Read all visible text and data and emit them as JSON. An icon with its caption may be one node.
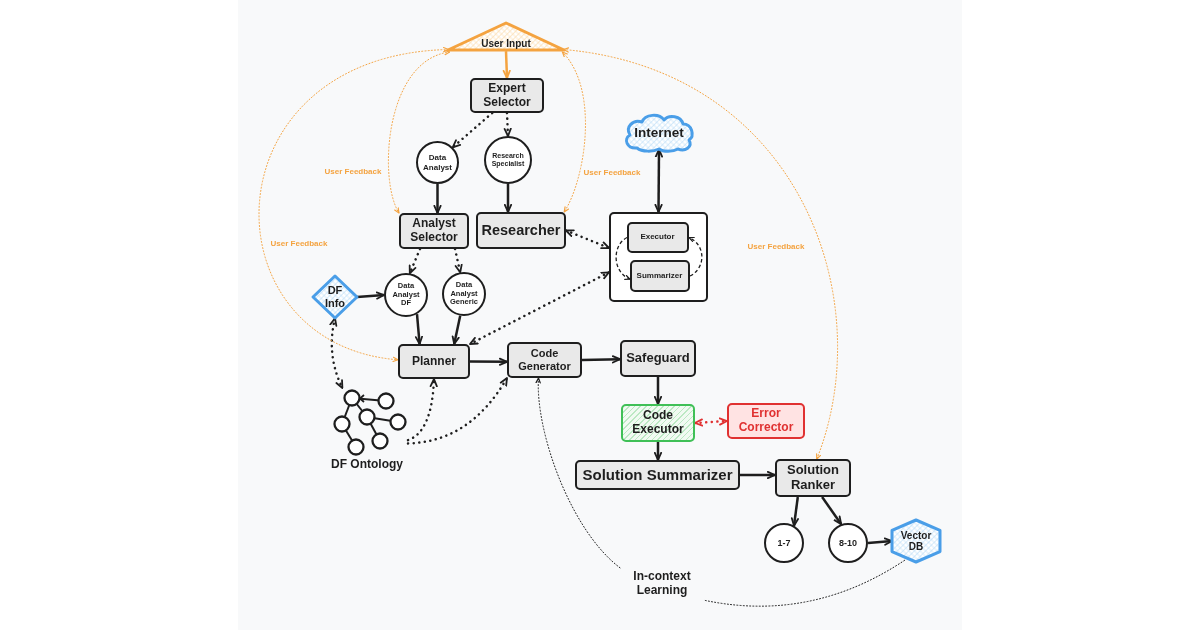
{
  "diagram": {
    "nodes": [
      {
        "text": [
          "User Input"
        ]
      },
      {
        "text": [
          "Expert Selector"
        ]
      },
      {
        "text": [
          "Data Analyst"
        ]
      },
      {
        "text": [
          "Research Specialist"
        ]
      },
      {
        "text": [
          "Analyst Selector"
        ]
      },
      {
        "text": [
          "Researcher"
        ]
      },
      {
        "text": [],
        "shape": "box"
      },
      {
        "text": [
          "Executor"
        ],
        "in": 6
      },
      {
        "text": [
          "Summarizer"
        ],
        "in": 6
      },
      {
        "text": [
          "Internet"
        ]
      },
      {
        "text": [
          "DF Info"
        ]
      },
      {
        "text": [
          "Data Analyst DF"
        ]
      },
      {
        "text": [
          "Data Analyst Generic"
        ]
      },
      {
        "text": [
          "Planner"
        ]
      },
      {
        "text": [
          "Code Generator"
        ]
      },
      {
        "text": [
          "Safeguard"
        ]
      },
      {
        "text": [
          "DF Ontology"
        ]
      },
      {
        "text": [
          "Code Executor"
        ]
      },
      {
        "text": [
          "Error Corrector"
        ]
      },
      {
        "text": [
          "Solution Summarizer"
        ]
      },
      {
        "text": [
          "Solution Ranker"
        ]
      },
      {
        "text": [
          "1-7"
        ]
      },
      {
        "text": [
          "8-10"
        ]
      },
      {
        "text": [
          "Vector DB"
        ]
      },
      {
        "text": [
          "In-context Learning"
        ]
      }
    ],
    "edges": [
      {
        "from": 0,
        "to": 1,
        "arrow": "to",
        "color": "#f4a340"
      },
      {
        "from": 1,
        "to": 2,
        "arrow": "to",
        "style": "dashed"
      },
      {
        "from": 1,
        "to": 3,
        "arrow": "to",
        "style": "dashed"
      },
      {
        "from": 2,
        "to": 4,
        "arrow": "to"
      },
      {
        "from": 3,
        "to": 5,
        "arrow": "to"
      },
      {
        "from": 4,
        "to": 11,
        "arrow": "to",
        "style": "dashed"
      },
      {
        "from": 4,
        "to": 12,
        "arrow": "to",
        "style": "dashed"
      },
      {
        "from": 5,
        "to": 6,
        "arrow": "both",
        "style": "dashed"
      },
      {
        "from": 9,
        "to": 6,
        "arrow": "both"
      },
      {
        "from": 7,
        "to": 8,
        "arrow": "to",
        "style": "dashed"
      },
      {
        "from": 8,
        "to": 7,
        "arrow": "to",
        "style": "dashed"
      },
      {
        "from": 6,
        "to": 13,
        "arrow": "both",
        "style": "dashed"
      },
      {
        "from": 10,
        "to": 11,
        "arrow": "to"
      },
      {
        "from": 11,
        "to": 13,
        "arrow": "to"
      },
      {
        "from": 12,
        "to": 13,
        "arrow": "to"
      },
      {
        "from": 10,
        "to": 16,
        "arrow": "both",
        "style": "dashed"
      },
      {
        "from": 16,
        "to": 13,
        "arrow": "to",
        "style": "dashed"
      },
      {
        "from": 16,
        "to": 14,
        "arrow": "to",
        "style": "dashed"
      },
      {
        "from": 13,
        "to": 14,
        "arrow": "to"
      },
      {
        "from": 14,
        "to": 15,
        "arrow": "to"
      },
      {
        "from": 15,
        "to": 17,
        "arrow": "to"
      },
      {
        "from": 17,
        "to": 18,
        "arrow": "both",
        "style": "dashed",
        "color": "#e03131"
      },
      {
        "from": 17,
        "to": 19,
        "arrow": "to"
      },
      {
        "from": 19,
        "to": 20,
        "arrow": "to"
      },
      {
        "from": 20,
        "to": 21,
        "arrow": "to"
      },
      {
        "from": 20,
        "to": 22,
        "arrow": "to"
      },
      {
        "from": 22,
        "to": 23,
        "arrow": "to"
      },
      {
        "from": 23,
        "to": 24,
        "arrow": "none",
        "style": "dashed"
      },
      {
        "from": 24,
        "to": 14,
        "arrow": "to",
        "style": "dashed"
      },
      {
        "from": 0,
        "to": 13,
        "arrow": "both",
        "style": "dashed",
        "color": "#f4a340",
        "label": "User Feedback"
      },
      {
        "from": 0,
        "to": 4,
        "arrow": "both",
        "style": "dashed",
        "color": "#f4a340",
        "label": "User Feedback"
      },
      {
        "from": 0,
        "to": 5,
        "arrow": "both",
        "style": "dashed",
        "color": "#f4a340",
        "label": "User Feedback"
      },
      {
        "from": 0,
        "to": 20,
        "arrow": "both",
        "style": "dashed",
        "color": "#f4a340",
        "label": "User Feedback"
      }
    ]
  }
}
